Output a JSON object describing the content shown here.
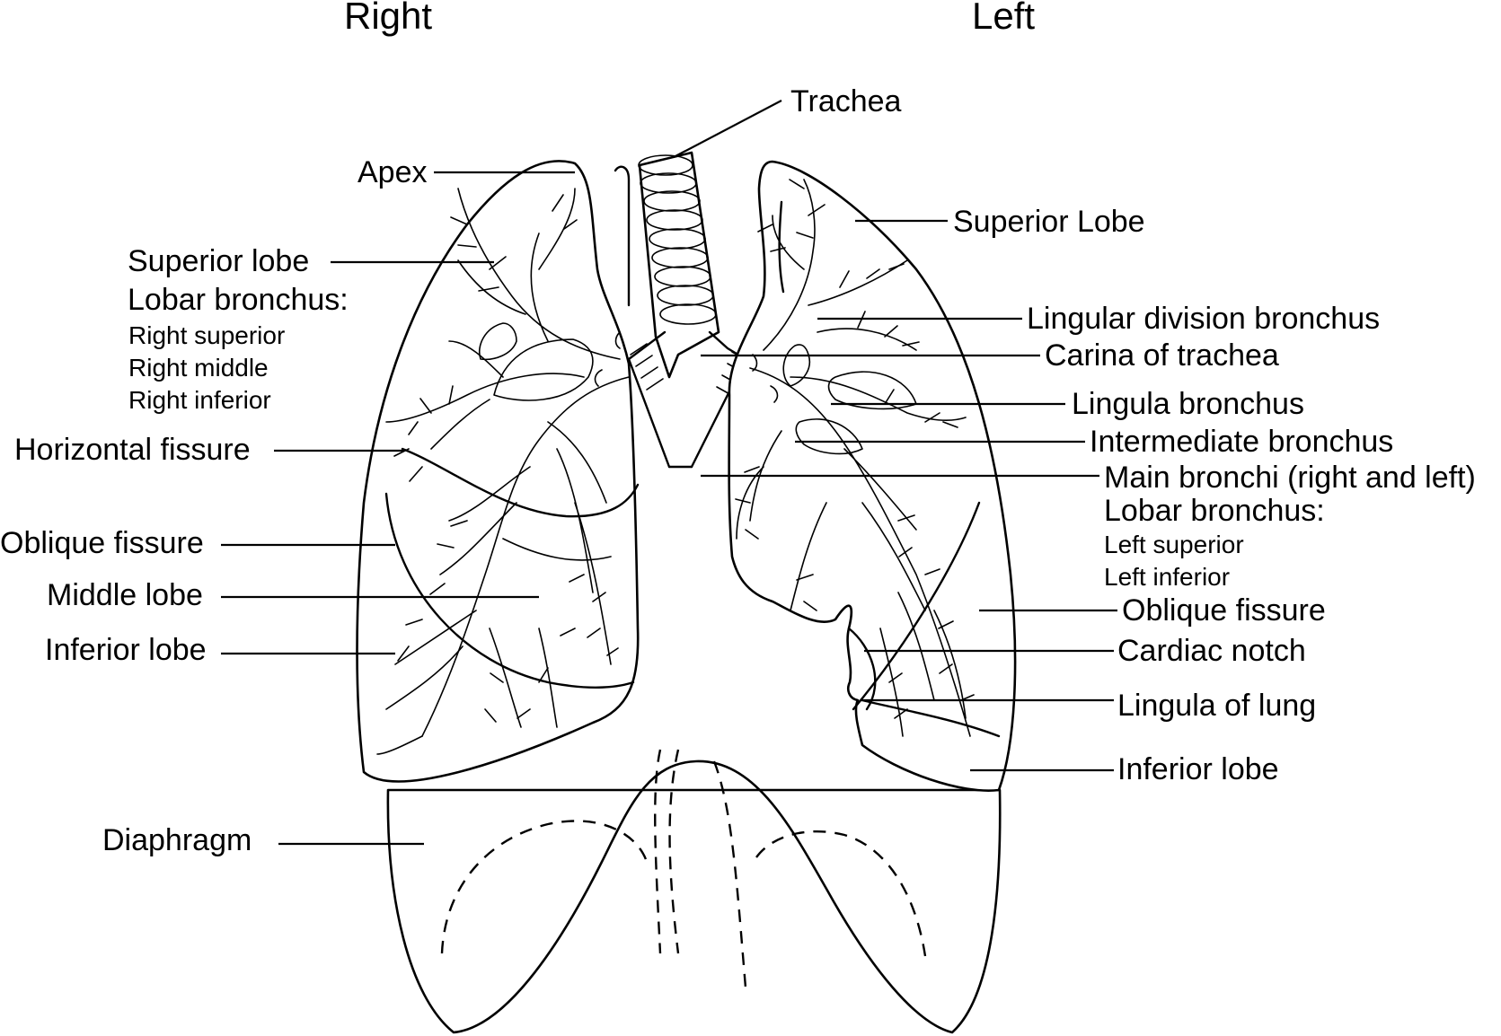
{
  "headings": {
    "right": "Right",
    "left": "Left"
  },
  "labels_right": {
    "apex": "Apex",
    "superior_lobe": "Superior lobe",
    "lobar_bronchus": "Lobar bronchus:",
    "right_superior": "Right superior",
    "right_middle": "Right middle",
    "right_inferior": "Right inferior",
    "horizontal_fissure": "Horizontal fissure",
    "oblique_fissure": "Oblique fissure",
    "middle_lobe": "Middle lobe",
    "inferior_lobe": "Inferior lobe",
    "diaphragm": "Diaphragm"
  },
  "labels_left": {
    "trachea": "Trachea",
    "superior_lobe": "Superior Lobe",
    "lingular_division_bronchus": "Lingular division bronchus",
    "carina_of_trachea": "Carina of trachea",
    "lingula_bronchus": "Lingula bronchus",
    "intermediate_bronchus": "Intermediate bronchus",
    "main_bronchi": "Main bronchi (right and left)",
    "lobar_bronchus": "Lobar bronchus:",
    "left_superior": "Left superior",
    "left_inferior": "Left inferior",
    "oblique_fissure": "Oblique fissure",
    "cardiac_notch": "Cardiac notch",
    "lingula_of_lung": "Lingula of lung",
    "inferior_lobe": "Inferior lobe"
  }
}
